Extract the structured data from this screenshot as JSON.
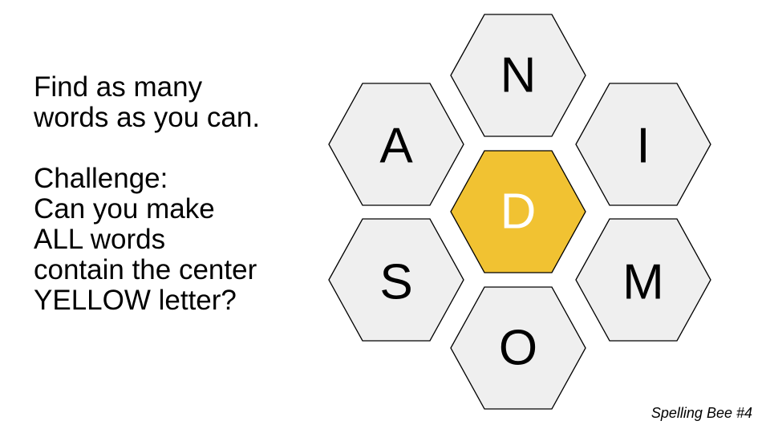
{
  "instructions": {
    "lines": [
      "Find as many",
      "words as you can.",
      "",
      "Challenge:",
      "Can you make",
      "ALL words",
      "contain the center",
      "YELLOW letter?"
    ]
  },
  "puzzle": {
    "center": {
      "letter": "D",
      "fill": "#F1C232",
      "text_color": "#FFFFFF"
    },
    "outer": [
      {
        "slot": "top",
        "letter": "N"
      },
      {
        "slot": "upper-left",
        "letter": "A"
      },
      {
        "slot": "upper-right",
        "letter": "I"
      },
      {
        "slot": "lower-left",
        "letter": "S"
      },
      {
        "slot": "lower-right",
        "letter": "M"
      },
      {
        "slot": "bottom",
        "letter": "O"
      }
    ],
    "outer_fill": "#EFEFEF",
    "outer_text_color": "#000000"
  },
  "footer": {
    "label": "Spelling Bee #4"
  }
}
